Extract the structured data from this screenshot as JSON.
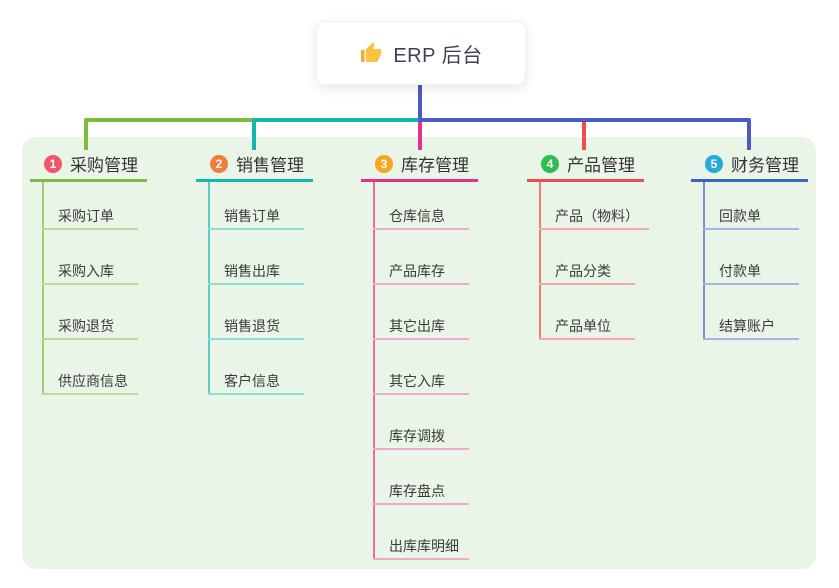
{
  "root": {
    "title": "ERP 后台",
    "icon": "thumbs-up-icon",
    "icon_color": "#F6C343"
  },
  "canvas": {
    "background": "#FFFFFF",
    "container_background": "#E9F5E7",
    "root_connector_color": "#4A5BC4"
  },
  "branches": [
    {
      "number": "1",
      "title": "采购管理",
      "badge_color": "#F1566B",
      "color": "#7CBA40",
      "line_mid": "#9ECD72",
      "line_light": "#B9DD97",
      "children": [
        "采购订单",
        "采购入库",
        "采购退货",
        "供应商信息"
      ]
    },
    {
      "number": "2",
      "title": "销售管理",
      "badge_color": "#F57B3D",
      "color": "#13B7AE",
      "line_mid": "#5CCBC4",
      "line_light": "#8EDAD5",
      "children": [
        "销售订单",
        "销售出库",
        "销售退货",
        "客户信息"
      ]
    },
    {
      "number": "3",
      "title": "库存管理",
      "badge_color": "#F5A623",
      "color": "#E03390",
      "line_mid": "#E86CAD",
      "line_light": "#F2A7CE",
      "children": [
        "仓库信息",
        "产品库存",
        "其它出库",
        "其它入库",
        "库存调拨",
        "库存盘点",
        "出库库明细"
      ]
    },
    {
      "number": "4",
      "title": "产品管理",
      "badge_color": "#2EBD50",
      "color": "#EF4B50",
      "line_mid": "#F3797D",
      "line_light": "#F8A7A9",
      "children": [
        "产品（物料）",
        "产品分类",
        "产品单位"
      ]
    },
    {
      "number": "5",
      "title": "财务管理",
      "badge_color": "#29A8DC",
      "color": "#3A63C8",
      "line_mid": "#7590D7",
      "line_light": "#A3B5E4",
      "children": [
        "回款单",
        "付款单",
        "结算账户"
      ]
    }
  ]
}
